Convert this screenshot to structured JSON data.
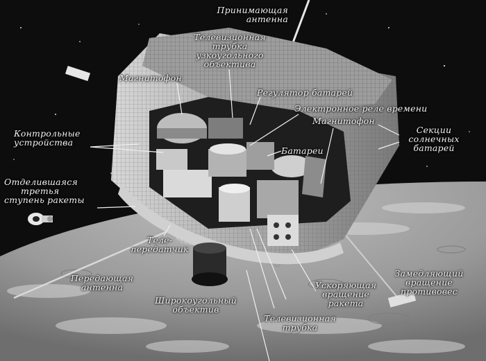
{
  "labels": {
    "receiving_antenna": [
      "Принимающая",
      "антенна"
    ],
    "tv_tube_wide": [
      "Телевизионная",
      "трубка",
      "узкоугольного",
      "объектива"
    ],
    "tape_recorder_top": [
      "Магнитофон"
    ],
    "battery_regulator": [
      "Регулятор батарей"
    ],
    "electronic_relay": [
      "Электронное реле времени"
    ],
    "tape_recorder_right": [
      "Магнитофон"
    ],
    "control_devices": [
      "Контрольные",
      "устройства"
    ],
    "batteries": [
      "Батареи"
    ],
    "solar_sections": [
      "Секции",
      "солнечных",
      "батарей"
    ],
    "third_stage": [
      "Отделившаяся",
      "третья",
      "ступень ракеты"
    ],
    "transmitter": [
      "Теле-",
      "передатчик"
    ],
    "transmitting_antenna": [
      "Передающая",
      "антенна"
    ],
    "wide_lens": [
      "Широкоугольный",
      "объектив"
    ],
    "tv_tube_bottom": [
      "Телевизионная",
      "трубка"
    ],
    "accel_rocket": [
      "Ускоряющая",
      "вращение",
      "ракета"
    ],
    "decel_weight": [
      "Замедляющий",
      "вращение",
      "противовес"
    ]
  }
}
